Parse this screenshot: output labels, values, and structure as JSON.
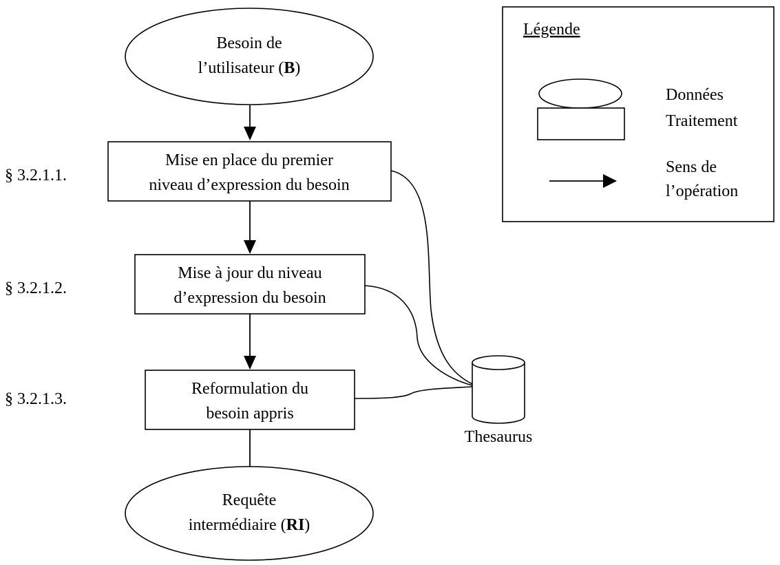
{
  "nodes": {
    "besoin": {
      "line1": "Besoin de",
      "line2_pre": "l’utilisateur (",
      "line2_bold": "B",
      "line2_post": ")"
    },
    "step1": {
      "line1": "Mise en place du premier",
      "line2": "niveau d’expression du besoin",
      "ref": "§ 3.2.1.1."
    },
    "step2": {
      "line1": "Mise à jour du niveau",
      "line2": "d’expression du besoin",
      "ref": "§ 3.2.1.2."
    },
    "step3": {
      "line1": "Reformulation du",
      "line2": "besoin appris",
      "ref": "§ 3.2.1.3."
    },
    "requete": {
      "line1": "Requête",
      "line2_pre": "intermédiaire (",
      "line2_bold": "RI",
      "line2_post": ")"
    },
    "thesaurus": {
      "label": "Thesaurus"
    }
  },
  "legend": {
    "title": "Légende",
    "data_label": "Données",
    "process_label": "Traitement",
    "direction_line1": "Sens de",
    "direction_line2": "l’opération"
  }
}
